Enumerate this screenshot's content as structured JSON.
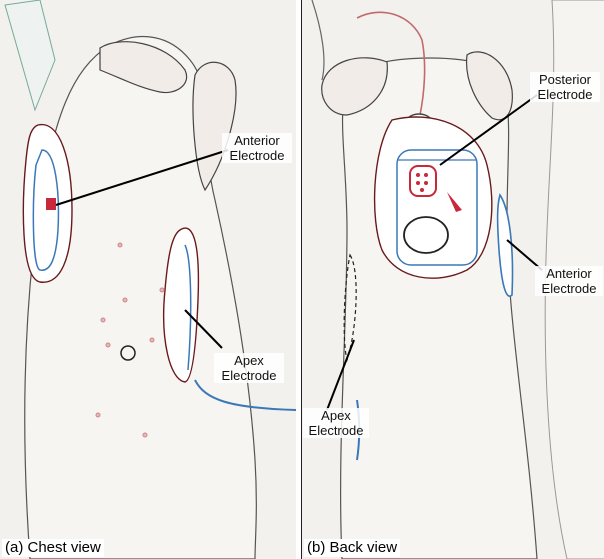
{
  "panels": {
    "a": {
      "caption": "(a) Chest view",
      "labels": {
        "anterior": [
          "Anterior",
          "Electrode"
        ],
        "apex": [
          "Apex",
          "Electrode"
        ]
      }
    },
    "b": {
      "caption": "(b) Back view",
      "labels": {
        "posterior": [
          "Posterior",
          "Electrode"
        ],
        "anterior": [
          "Anterior",
          "Electrode"
        ],
        "apex": [
          "Apex",
          "Electrode"
        ]
      }
    }
  },
  "colors": {
    "background": "#f3f1ee",
    "outline": "#3a3a3a",
    "electrode_blue": "#3a78b8",
    "electrode_red": "#c8283a",
    "pointer_line": "#000000"
  }
}
